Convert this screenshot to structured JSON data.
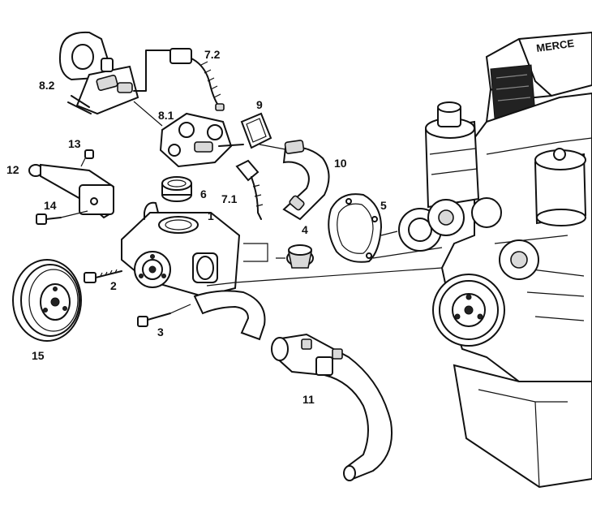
{
  "diagram": {
    "engine_brand_text": "MERCE",
    "callouts": [
      "7.2",
      "8.2",
      "8.1",
      "9",
      "13",
      "12",
      "10",
      "6",
      "7.1",
      "1",
      "5",
      "14",
      "4",
      "2",
      "15",
      "3",
      "11"
    ]
  }
}
